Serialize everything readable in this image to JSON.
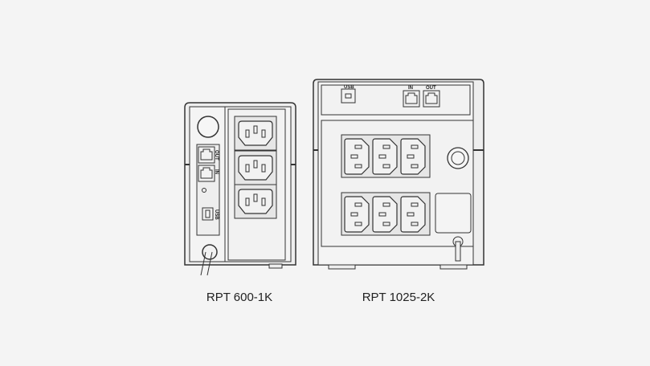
{
  "units": [
    {
      "model": "RPT 600-1K",
      "outlets": 3,
      "port_labels": {
        "usb": "USB",
        "in": "IN",
        "out": "OUT"
      }
    },
    {
      "model": "RPT 1025-2K",
      "outlets": 6,
      "port_labels": {
        "usb": "USB",
        "in": "IN",
        "out": "OUT"
      }
    }
  ],
  "colors": {
    "background": "#f4f4f4",
    "line": "#333333",
    "panel": "#ebebeb"
  }
}
